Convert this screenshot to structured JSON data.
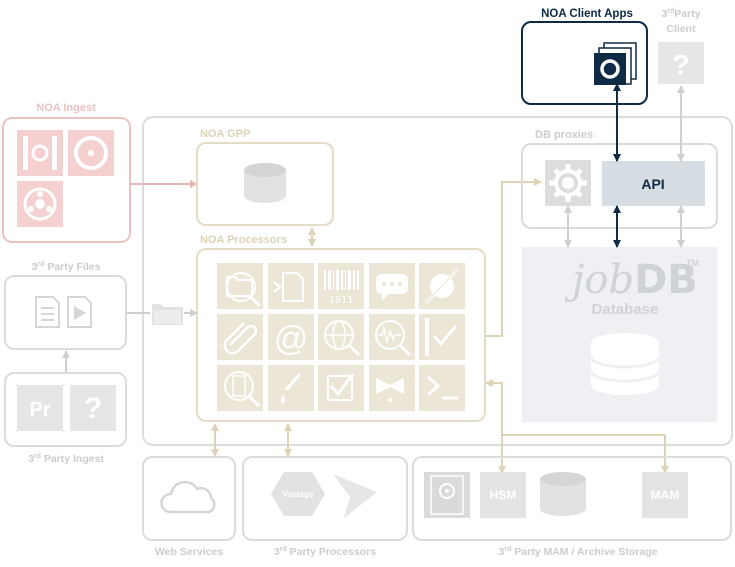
{
  "labels": {
    "client_apps": "NOA Client Apps",
    "third_party_client_pre": "3",
    "third_party_client_sup": "rd",
    "third_party_client_post": "Party",
    "third_party_client_line2": "Client",
    "noa_ingest": "NOA Ingest",
    "noa_gpp": "NOA GPP",
    "noa_processors": "NOA Processors",
    "db_proxies": "DB proxies",
    "api": "API",
    "jobdb_job": "job",
    "jobdb_db": "DB",
    "jobdb_tm": "TM",
    "database": "Database",
    "third_party_files_pre": "3",
    "third_party_files_sup": "rd",
    "third_party_files_post": " Party Files",
    "third_party_ingest_pre": "3",
    "third_party_ingest_sup": "rd",
    "third_party_ingest_post": " Party Ingest",
    "web_services": "Web Services",
    "third_party_processors_pre": "3",
    "third_party_processors_sup": "rd",
    "third_party_processors_post": " Party Processors",
    "third_party_mam_pre": "3",
    "third_party_mam_sup": "rd",
    "third_party_mam_post": " Party MAM / Archive Storage",
    "premiere_tile": "Pr",
    "question_mark": "?",
    "client_question_mark": "?",
    "binary_tile": "1011",
    "hsm": "HSM",
    "mam": "MAM",
    "vantage": "Vantage"
  },
  "colors": {
    "dark_navy": "#0e2a44",
    "ingest_pink": "#e9b9b9",
    "ingest_fill": "#f4d0d0",
    "khaki": "#e4dcc4",
    "khaki_fill": "#ebe6d6",
    "grey_border": "#dcdcdc",
    "grey_fill": "#e8e8e8",
    "db_fill": "#eef0f3",
    "api_fill": "#d6dde3"
  }
}
